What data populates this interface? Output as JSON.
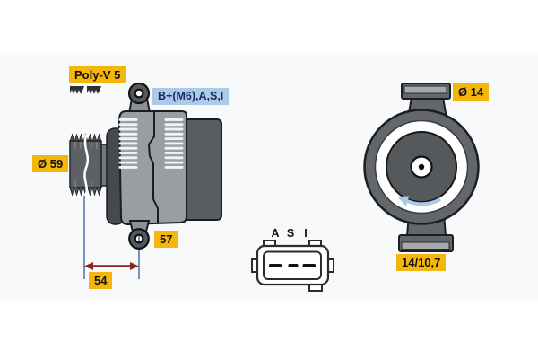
{
  "figure": {
    "title": "alternator-technical-drawing",
    "labels": {
      "belt_type": "Poly-V 5",
      "terminal": "B+(M6),A,S,I",
      "pulley_diameter": "Ø 59",
      "mount_hole": "57",
      "mount_distance": "54",
      "shaft_diameter": "Ø 14",
      "mount_ratio": "14/10,7"
    },
    "connector": {
      "pins": [
        "A",
        "S",
        "I"
      ]
    },
    "colors": {
      "label_yellow": "#F5B60B",
      "label_blue": "#ABCBE9",
      "label_blue_text": "#1A2A66",
      "dimension_line_blue": "#6688BB",
      "dimension_arrow_red": "#8E2222",
      "rotation_arrow_blue": "#A9CBE9",
      "body_gray": "#999EA3",
      "dark_gray": "#595D61",
      "background_band": "#F7F9FB"
    }
  }
}
